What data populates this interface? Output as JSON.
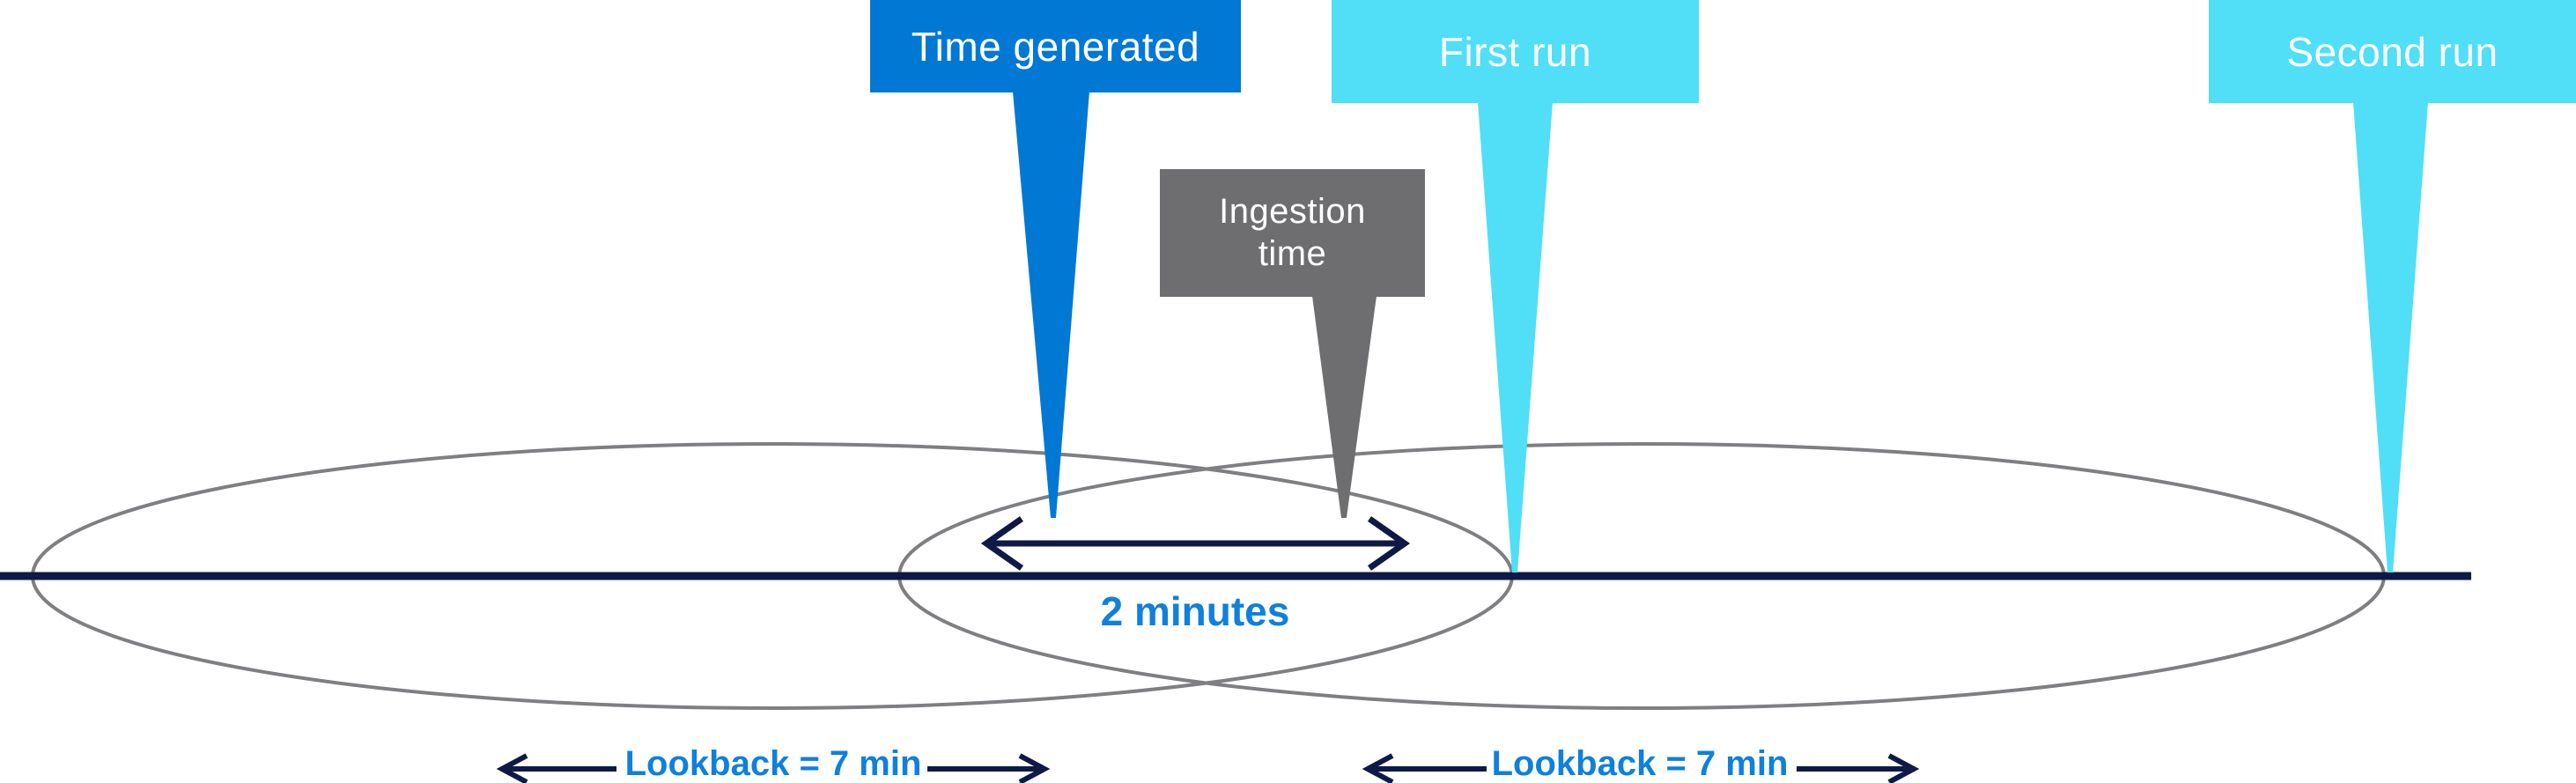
{
  "markers": {
    "time_generated": "Time generated",
    "ingestion_time": "Ingestion time",
    "first_run": "First run",
    "second_run": "Second run"
  },
  "annotations": {
    "ingestion_delay": "2 minutes",
    "lookback_first": "Lookback = 7 min",
    "lookback_second": "Lookback = 7 min"
  },
  "colors": {
    "primary_blue": "#0078d4",
    "cyan": "#50dff7",
    "gray": "#6e6e71",
    "navy": "#0e1a45",
    "label_blue": "#0f80dc",
    "ellipse_gray": "#7f7f83"
  }
}
